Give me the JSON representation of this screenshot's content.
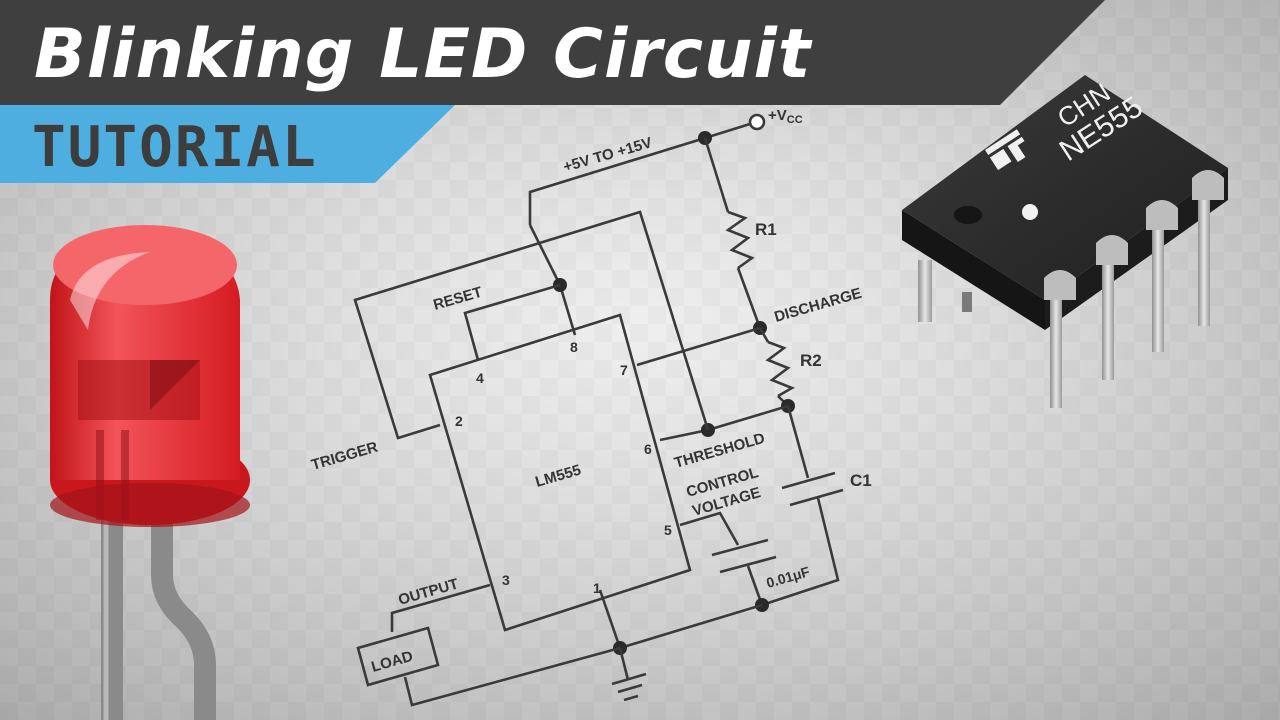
{
  "banner": {
    "title": "Blinking LED Circuit",
    "subtitle": "TUTORIAL"
  },
  "schematic": {
    "supply_range": "+5V TO +15V",
    "vcc_label": "+V",
    "vcc_sub": "CC",
    "chip_name": "LM555",
    "pins": {
      "p1": "1",
      "p2": "2",
      "p3": "3",
      "p4": "4",
      "p5": "5",
      "p6": "6",
      "p7": "7",
      "p8": "8"
    },
    "labels": {
      "reset": "RESET",
      "trigger": "TRIGGER",
      "output": "OUTPUT",
      "discharge": "DISCHARGE",
      "threshold": "THRESHOLD",
      "control_1": "CONTROL",
      "control_2": "VOLTAGE",
      "load": "LOAD",
      "r1": "R1",
      "r2": "R2",
      "c1": "C1",
      "cap_value": "0.01μF"
    }
  },
  "ic_photo": {
    "marking_1": "CHN",
    "marking_2": "NE555"
  },
  "colors": {
    "banner_dark": "#3f3f3f",
    "banner_blue": "#4faee0",
    "led_red": "#e8252b",
    "ic_body": "#2b2b2b"
  }
}
